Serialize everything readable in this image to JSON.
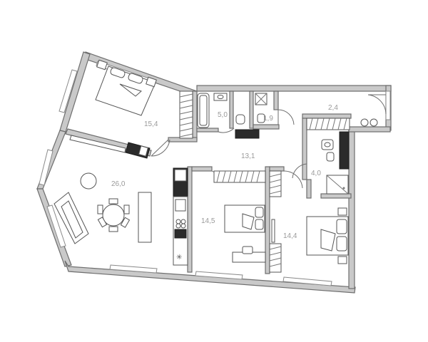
{
  "rooms": [
    {
      "id": "bedroom-1",
      "area": "15,4"
    },
    {
      "id": "bathroom-1",
      "area": "5,0"
    },
    {
      "id": "wc",
      "area": "1,9"
    },
    {
      "id": "balcony",
      "area": "2,4"
    },
    {
      "id": "living-kitchen",
      "area": "26,0"
    },
    {
      "id": "hall",
      "area": "13,1"
    },
    {
      "id": "bathroom-2",
      "area": "4,0"
    },
    {
      "id": "bedroom-2",
      "area": "14,5"
    },
    {
      "id": "bedroom-3",
      "area": "14,4"
    }
  ],
  "colors": {
    "wall_fill": "#c9c9c9",
    "wall_stroke": "#6e6e6e",
    "label": "#9a9a9a",
    "appliance": "#2b2b2b"
  }
}
